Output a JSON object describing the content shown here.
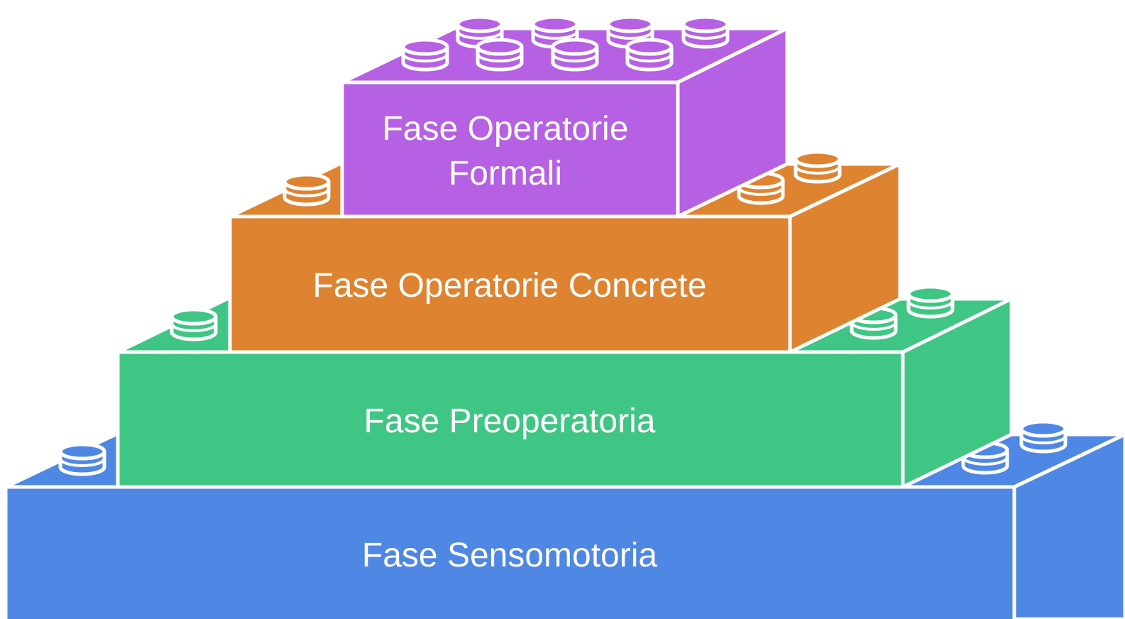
{
  "diagram": {
    "colors": {
      "outline": "#ffffff",
      "sensomotoria": "#4f87e4",
      "preoperatoria": "#3fc684",
      "concrete": "#de8330",
      "formali": "#b660e3"
    },
    "levels": [
      {
        "id": "sensomotoria",
        "lines": [
          "Fase Sensomotoria"
        ],
        "color_key": "sensomotoria"
      },
      {
        "id": "preoperatoria",
        "lines": [
          "Fase Preoperatoria"
        ],
        "color_key": "preoperatoria"
      },
      {
        "id": "concrete",
        "lines": [
          "Fase Operatorie Concrete"
        ],
        "color_key": "concrete"
      },
      {
        "id": "formali",
        "lines": [
          "Fase Operatorie",
          "Formali"
        ],
        "color_key": "formali"
      }
    ]
  }
}
